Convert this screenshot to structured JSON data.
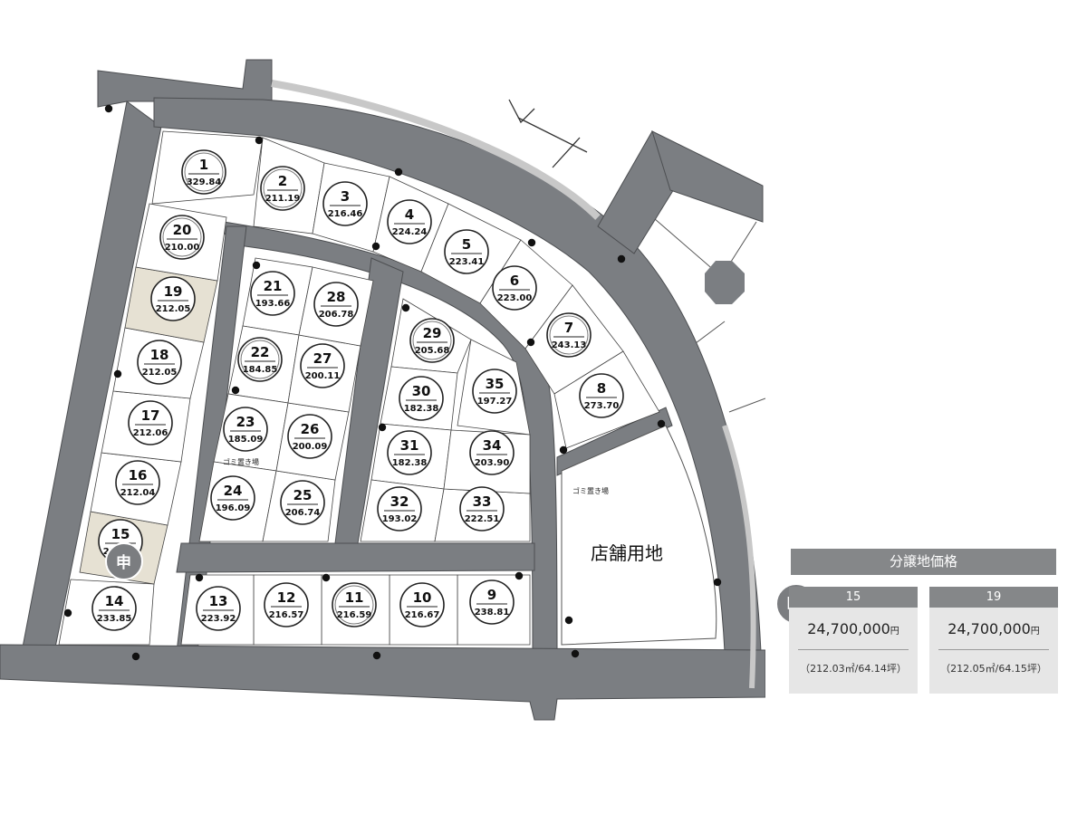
{
  "map": {
    "store_label": "店舗用地",
    "garbage_label": "ゴミ置き場",
    "applied_mark": "申",
    "colors": {
      "road": "#7b7e82",
      "sold_lot": "#e6e1d3",
      "lot_line": "#444444"
    },
    "lots": [
      {
        "no": "1",
        "area": "329.84",
        "status": "available"
      },
      {
        "no": "2",
        "area": "211.19",
        "status": "available"
      },
      {
        "no": "3",
        "area": "216.46",
        "status": "available"
      },
      {
        "no": "4",
        "area": "224.24",
        "status": "available"
      },
      {
        "no": "5",
        "area": "223.41",
        "status": "available"
      },
      {
        "no": "6",
        "area": "223.00",
        "status": "available"
      },
      {
        "no": "7",
        "area": "243.13",
        "status": "available"
      },
      {
        "no": "8",
        "area": "273.70",
        "status": "available"
      },
      {
        "no": "9",
        "area": "238.81",
        "status": "available"
      },
      {
        "no": "10",
        "area": "216.67",
        "status": "available"
      },
      {
        "no": "11",
        "area": "216.59",
        "status": "available"
      },
      {
        "no": "12",
        "area": "216.57",
        "status": "available"
      },
      {
        "no": "13",
        "area": "223.92",
        "status": "available"
      },
      {
        "no": "14",
        "area": "233.85",
        "status": "available"
      },
      {
        "no": "15",
        "area": "212.03",
        "status": "applied"
      },
      {
        "no": "16",
        "area": "212.04",
        "status": "available"
      },
      {
        "no": "17",
        "area": "212.06",
        "status": "available"
      },
      {
        "no": "18",
        "area": "212.05",
        "status": "available"
      },
      {
        "no": "19",
        "area": "212.05",
        "status": "highlighted"
      },
      {
        "no": "20",
        "area": "210.00",
        "status": "available"
      },
      {
        "no": "21",
        "area": "193.66",
        "status": "available"
      },
      {
        "no": "22",
        "area": "184.85",
        "status": "available"
      },
      {
        "no": "23",
        "area": "185.09",
        "status": "available"
      },
      {
        "no": "24",
        "area": "196.09",
        "status": "available"
      },
      {
        "no": "25",
        "area": "206.74",
        "status": "available"
      },
      {
        "no": "26",
        "area": "200.09",
        "status": "available"
      },
      {
        "no": "27",
        "area": "200.11",
        "status": "available"
      },
      {
        "no": "28",
        "area": "206.78",
        "status": "available"
      },
      {
        "no": "29",
        "area": "205.68",
        "status": "available"
      },
      {
        "no": "30",
        "area": "182.38",
        "status": "available"
      },
      {
        "no": "31",
        "area": "182.38",
        "status": "available"
      },
      {
        "no": "32",
        "area": "193.02",
        "status": "available"
      },
      {
        "no": "33",
        "area": "222.51",
        "status": "available"
      },
      {
        "no": "34",
        "area": "203.90",
        "status": "available"
      },
      {
        "no": "35",
        "area": "197.27",
        "status": "available"
      }
    ]
  },
  "price_panel": {
    "title": "分譲地価格",
    "applied_mark": "申",
    "cards": [
      {
        "lot": "15",
        "price": "24,700,000",
        "yen": "円",
        "area": "（212.03㎡/64.14坪）"
      },
      {
        "lot": "19",
        "price": "24,700,000",
        "yen": "円",
        "area": "（212.05㎡/64.15坪）"
      }
    ]
  }
}
